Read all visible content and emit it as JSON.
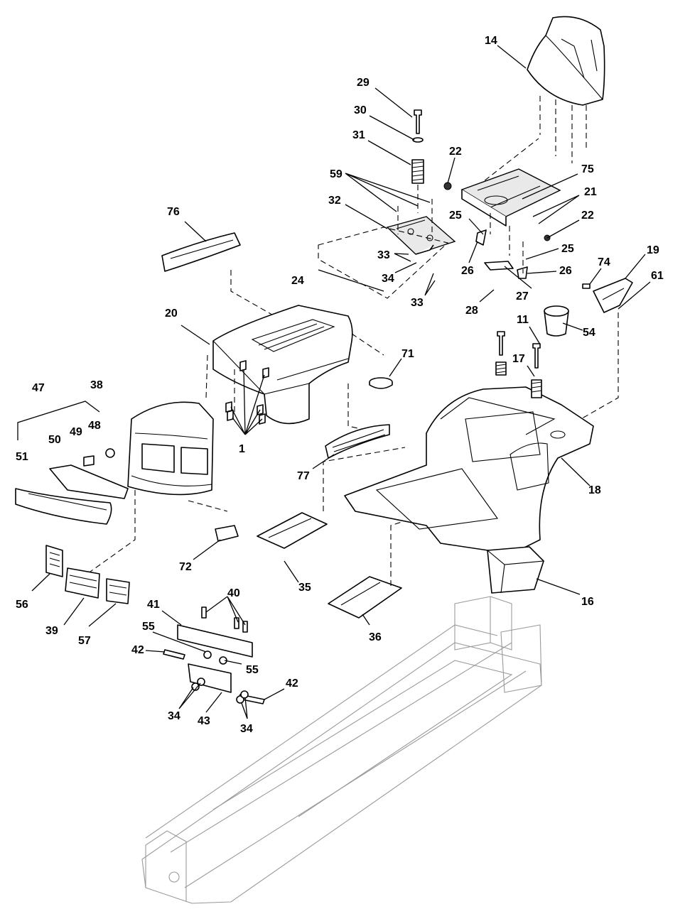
{
  "callouts": [
    {
      "label": "14"
    },
    {
      "label": "29"
    },
    {
      "label": "30"
    },
    {
      "label": "31"
    },
    {
      "label": "22"
    },
    {
      "label": "75"
    },
    {
      "label": "59"
    },
    {
      "label": "21"
    },
    {
      "label": "32"
    },
    {
      "label": "25"
    },
    {
      "label": "22"
    },
    {
      "label": "76"
    },
    {
      "label": "33"
    },
    {
      "label": "25"
    },
    {
      "label": "26"
    },
    {
      "label": "26"
    },
    {
      "label": "74"
    },
    {
      "label": "19"
    },
    {
      "label": "24"
    },
    {
      "label": "34"
    },
    {
      "label": "27"
    },
    {
      "label": "61"
    },
    {
      "label": "33"
    },
    {
      "label": "28"
    },
    {
      "label": "20"
    },
    {
      "label": "11"
    },
    {
      "label": "54"
    },
    {
      "label": "17"
    },
    {
      "label": "71"
    },
    {
      "label": "47"
    },
    {
      "label": "38"
    },
    {
      "label": "49"
    },
    {
      "label": "48"
    },
    {
      "label": "50"
    },
    {
      "label": "51"
    },
    {
      "label": "1"
    },
    {
      "label": "77"
    },
    {
      "label": "18"
    },
    {
      "label": "72"
    },
    {
      "label": "35"
    },
    {
      "label": "56"
    },
    {
      "label": "39"
    },
    {
      "label": "57"
    },
    {
      "label": "16"
    },
    {
      "label": "40"
    },
    {
      "label": "41"
    },
    {
      "label": "55"
    },
    {
      "label": "36"
    },
    {
      "label": "42"
    },
    {
      "label": "55"
    },
    {
      "label": "42"
    },
    {
      "label": "34"
    },
    {
      "label": "43"
    },
    {
      "label": "34"
    }
  ]
}
